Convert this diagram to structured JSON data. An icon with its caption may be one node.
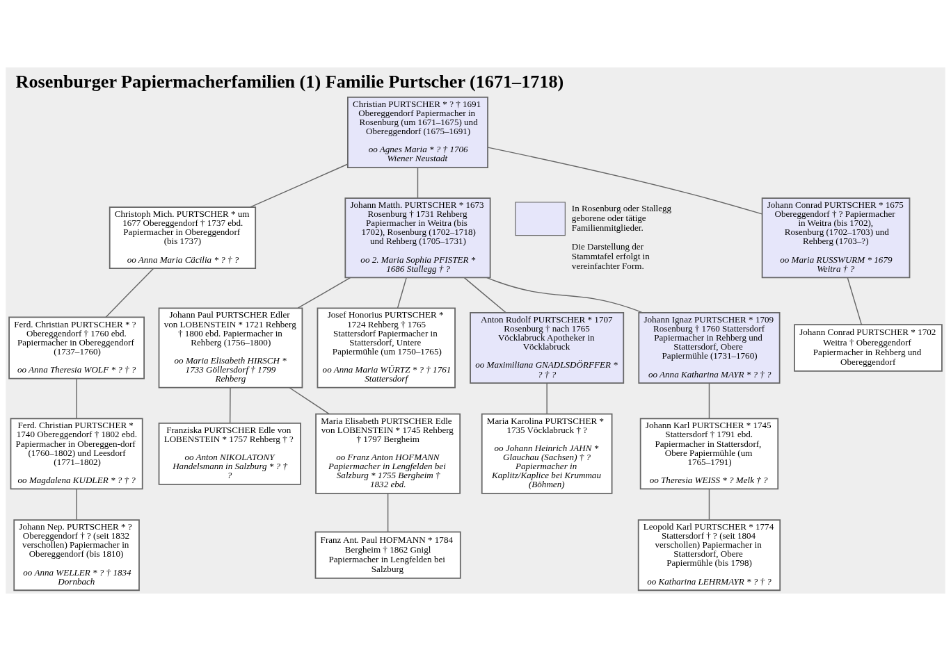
{
  "diagram": {
    "title": "Rosenburger Papiermacherfamilien (1) Familie Purtscher (1671–1718)",
    "nodes": [
      {
        "text": [
          "Christian PURTSCHER * ? † 1691 Obereggendorf Papiermacher in Rosenburg (um 1671–1675) und Obereggendorf (1675–1691)",
          "oo Agnes Maria * ? † 1706 Wiener Neustadt"
        ]
      },
      {
        "text": [
          "Johann Matth. PURTSCHER * 1673 Rosenburg † 1731 Rehberg Papiermacher in Weitra (bis 1702), Rosenburg (1702–1718) und Rehberg (1705–1731)",
          "oo 2. Maria Sophia PFISTER * 1686 Stallegg † ?"
        ]
      },
      {
        "text": [
          "Johann Conrad PURTSCHER * 1675 Obereggendorf † ? Papiermacher in Weitra (bis 1702), Rosenburg (1702–1703) und Rehberg (1703–?)",
          "oo Maria RUSSWURM * 1679 Weitra † ?"
        ]
      },
      {
        "text": [
          "Christoph Mich. PURTSCHER * um 1677 Obereggendorf † 1737 ebd. Papiermacher in Obereggendorf (bis 1737)",
          "oo Anna Maria Cäcilia * ? † ?"
        ]
      },
      {
        "text": [
          "Anton Rudolf PURTSCHER * 1707 Rosenburg † nach 1765 Vöcklabruck Apotheker in Vöcklabruck",
          "oo Maximiliana GNADLSDÖRFFER * ? † ?"
        ]
      },
      {
        "text": [
          "Johann Ignaz PURTSCHER * 1709 Rosenburg † 1760 Stattersdorf Papiermacher in Rehberg und Stattersdorf, Obere Papiermühle (1731–1760)",
          "oo Anna Katharina MAYR * ? † ?"
        ]
      },
      {
        "text": [
          "Johann Paul PURTSCHER Edler von LOBENSTEIN * 1721 Rehberg † 1800 ebd. Papiermacher in Rehberg (1756–1800)",
          "oo Maria Elisabeth HIRSCH * 1733 Göllersdorf † 1799 Rehberg"
        ]
      },
      {
        "text": [
          "Josef Honorius PURTSCHER * 1724 Rehberg † 1765 Stattersdorf Papiermacher in Stattersdorf, Untere Papiermühle (um 1750–1765)",
          "oo Anna Maria WÜRTZ * ? † 1761 Stattersdorf"
        ]
      },
      {
        "text": [
          "Johann Conrad PURTSCHER * 1702 Weitra † Obereggendorf Papiermacher in Rehberg und Obereggendorf"
        ]
      },
      {
        "text": [
          "Ferd. Christian PURTSCHER * ? Obereggendorf † 1760 ebd. Papiermacher in Obereggendorf (1737–1760)",
          "oo Anna Theresia WOLF * ? † ?"
        ]
      },
      {
        "text": [
          "Maria Karolina PURTSCHER * 1735 Vöcklabruck † ?",
          "oo Johann Heinrich JAHN * Glauchau (Sachsen) † ? Papiermacher in Kaplitz/Kaplice bei Krummau (Böhmen)"
        ]
      },
      {
        "text": [
          "Johann Karl PURTSCHER * 1745 Stattersdorf † 1791 ebd. Papiermacher in Stattersdorf, Obere Papiermühle (um 1765–1791)",
          "oo Theresia WEISS * ? Melk † ?"
        ]
      },
      {
        "text": [
          "Maria Elisabeth PURTSCHER Edle von LOBENSTEIN * 1745 Rehberg † 1797 Bergheim",
          "oo Franz Anton HOFMANN Papiermacher in Lengfelden bei Salzburg * 1755 Bergheim † 1832 ebd."
        ]
      },
      {
        "text": [
          "Franziska PURTSCHER Edle von LOBENSTEIN * 1757 Rehberg † ?",
          "oo Anton NIKOLATONY Handelsmann in Salzburg * ? † ?"
        ]
      },
      {
        "text": [
          "Ferd. Christian PURTSCHER * 1740 Obereggendorf † 1802 ebd. Papiermacher in Obereggen-dorf (1760–1802) und Leesdorf (1771–1802)",
          "oo Magdalena KUDLER * ? † ?"
        ]
      },
      {
        "text": [
          "Leopold Karl PURTSCHER * 1774 Stattersdorf † ? (seit 1804 verschollen) Papiermacher in Stattersdorf, Obere Papiermühle (bis 1798)",
          "oo Katharina LEHRMAYR * ? † ?"
        ]
      },
      {
        "text": [
          "Franz Ant. Paul HOFMANN * 1784 Bergheim † 1862 Gnigl Papiermacher in Lengfelden bei Salzburg"
        ]
      },
      {
        "text": [
          "Johann Nep. PURTSCHER * ? Obereggendorf † ? (seit 1832 verschollen) Papiermacher in Obereggendorf (bis 1810)",
          "oo Anna WELLER * ? † 1834 Dornbach"
        ]
      }
    ],
    "edges": [
      {
        "from": 0,
        "to": 1,
        "arrow": "none"
      },
      {
        "from": 0,
        "to": 2,
        "arrow": "none"
      },
      {
        "from": 0,
        "to": 3,
        "arrow": "none"
      },
      {
        "from": 1,
        "to": 4,
        "arrow": "none"
      },
      {
        "from": 1,
        "to": 5,
        "arrow": "none"
      },
      {
        "from": 1,
        "to": 6,
        "arrow": "none"
      },
      {
        "from": 1,
        "to": 7,
        "arrow": "none"
      },
      {
        "from": 2,
        "to": 8,
        "arrow": "none"
      },
      {
        "from": 3,
        "to": 9,
        "arrow": "none"
      },
      {
        "from": 4,
        "to": 10,
        "arrow": "none"
      },
      {
        "from": 5,
        "to": 11,
        "arrow": "none"
      },
      {
        "from": 6,
        "to": 12,
        "arrow": "none"
      },
      {
        "from": 6,
        "to": 13,
        "arrow": "none"
      },
      {
        "from": 9,
        "to": 14,
        "arrow": "none"
      },
      {
        "from": 11,
        "to": 15,
        "arrow": "none"
      },
      {
        "from": 12,
        "to": 16,
        "arrow": "none"
      },
      {
        "from": 14,
        "to": 17,
        "arrow": "none"
      }
    ],
    "labels": [
      "Die Darstellung der Stammtafel erfolgt in vereinfachter Form."
    ],
    "legend": [
      {
        "text": "In Rosenburg oder Stallegg geborene oder tätige Familienmitglieder.",
        "color": "#e6e6fa"
      }
    ]
  }
}
